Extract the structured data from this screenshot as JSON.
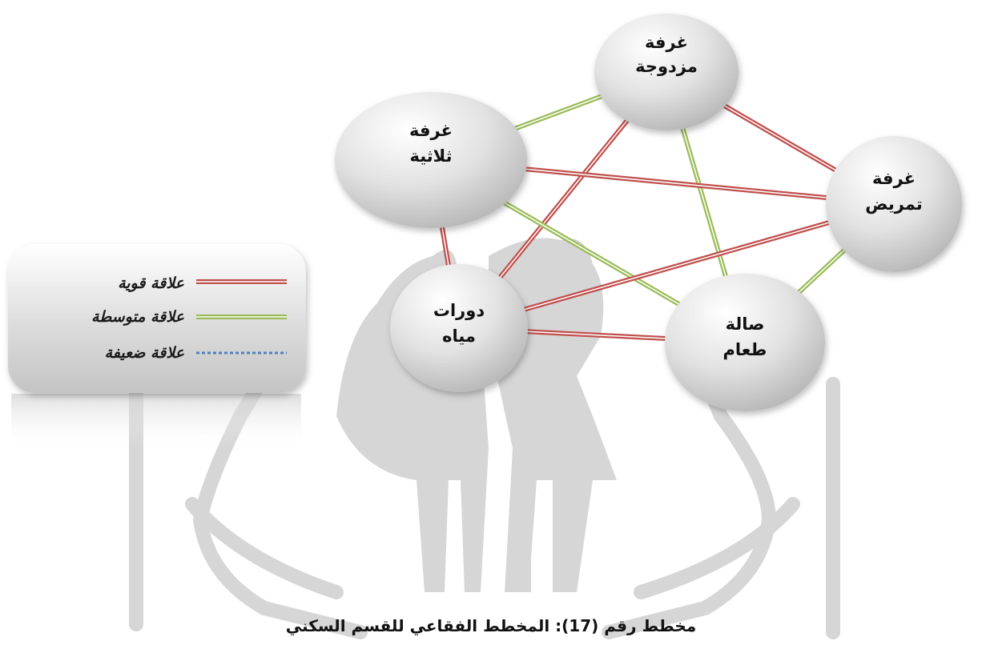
{
  "diagram": {
    "caption": "مخطط رقم (17): المخطط الفقاعي للقسم السكني",
    "nodes": [
      {
        "id": "double",
        "line1": "غرفة",
        "line2": "مزدوجة"
      },
      {
        "id": "triple",
        "line1": "غرفة",
        "line2": "ثلاثية"
      },
      {
        "id": "nursing",
        "line1": "غرفة",
        "line2": "تمريض"
      },
      {
        "id": "wc",
        "line1": "دورات",
        "line2": "مياه"
      },
      {
        "id": "dining",
        "line1": "صالة",
        "line2": "طعام"
      }
    ],
    "edges": [
      {
        "from": "double",
        "to": "triple",
        "type": "medium"
      },
      {
        "from": "double",
        "to": "nursing",
        "type": "strong"
      },
      {
        "from": "double",
        "to": "wc",
        "type": "strong"
      },
      {
        "from": "double",
        "to": "dining",
        "type": "medium"
      },
      {
        "from": "triple",
        "to": "nursing",
        "type": "strong"
      },
      {
        "from": "triple",
        "to": "wc",
        "type": "strong"
      },
      {
        "from": "triple",
        "to": "dining",
        "type": "medium"
      },
      {
        "from": "nursing",
        "to": "wc",
        "type": "strong"
      },
      {
        "from": "nursing",
        "to": "dining",
        "type": "medium"
      },
      {
        "from": "wc",
        "to": "dining",
        "type": "strong"
      }
    ],
    "legend": [
      {
        "type": "strong",
        "label": "علاقة قوية"
      },
      {
        "type": "medium",
        "label": "علاقة متوسطة"
      },
      {
        "type": "weak",
        "label": "علاقة ضعيفة"
      }
    ],
    "colors": {
      "strong": "#c0504d",
      "medium": "#9bbb59",
      "weak": "#4f81bd",
      "bubble_light": "#ffffff",
      "bubble_dark": "#b5b5b5",
      "watermark": "#d6d6d6"
    }
  }
}
